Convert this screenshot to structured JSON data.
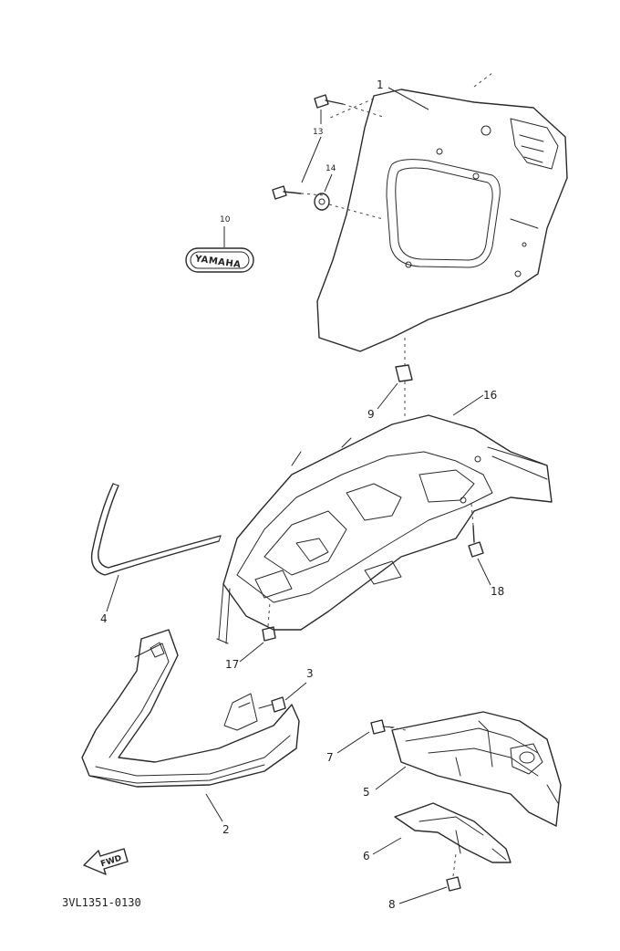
{
  "callouts": {
    "c1": "1",
    "c2": "2",
    "c3": "3",
    "c4": "4",
    "c5": "5",
    "c6": "6",
    "c7": "7",
    "c8": "8",
    "c9": "9",
    "c10": "10",
    "c13": "13",
    "c14": "14",
    "c16": "16",
    "c17": "17",
    "c18": "18"
  },
  "emblem_text": "YAMAHA",
  "fwd_text": "FWD",
  "figure_code": "3VL1351-0130"
}
